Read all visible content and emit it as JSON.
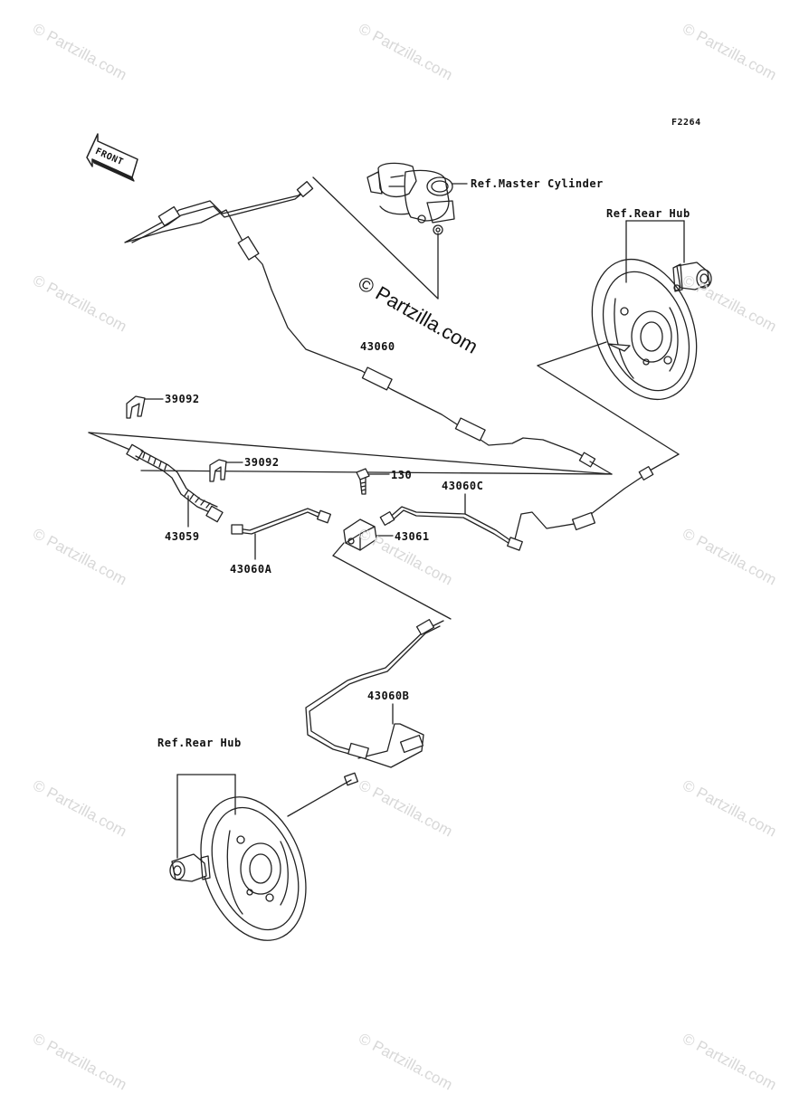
{
  "diagram": {
    "figure_code": "F2264",
    "front_label": "FRONT",
    "watermark": "© Partzilla.com",
    "refs": {
      "master_cylinder": "Ref.Master Cylinder",
      "rear_hub_top": "Ref.Rear Hub",
      "rear_hub_bottom": "Ref.Rear Hub"
    },
    "parts": {
      "p43060": "43060",
      "p39092_a": "39092",
      "p39092_b": "39092",
      "p130": "130",
      "p43060C": "43060C",
      "p43061": "43061",
      "p43059": "43059",
      "p43060A": "43060A",
      "p43060B": "43060B"
    }
  }
}
